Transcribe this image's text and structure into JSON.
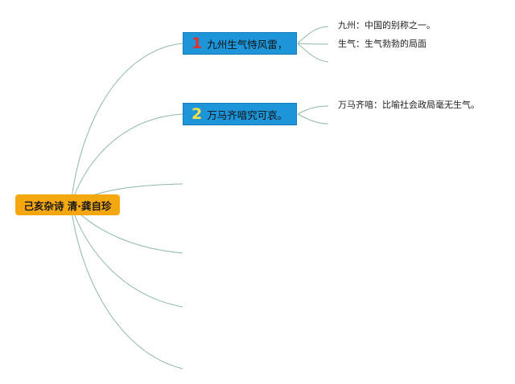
{
  "root": {
    "label": "己亥杂诗 清·龚自珍"
  },
  "branches": [
    {
      "number": "1",
      "label": "九州生气恃风雷，",
      "leaves": [
        "九州：中国的别称之一。",
        "生气：生气勃勃的局面",
        ""
      ]
    },
    {
      "number": "2",
      "label": "万马齐喑究可哀。",
      "leaves": [
        "万马齐喑：比喻社会政局毫无生气。",
        ""
      ]
    }
  ],
  "colors": {
    "root_fill": "#f5a70f",
    "branch_fill": "#1d95d8",
    "connector": "#8fb8a6",
    "number_1": "#e0302d",
    "number_2": "#f4e04a"
  }
}
